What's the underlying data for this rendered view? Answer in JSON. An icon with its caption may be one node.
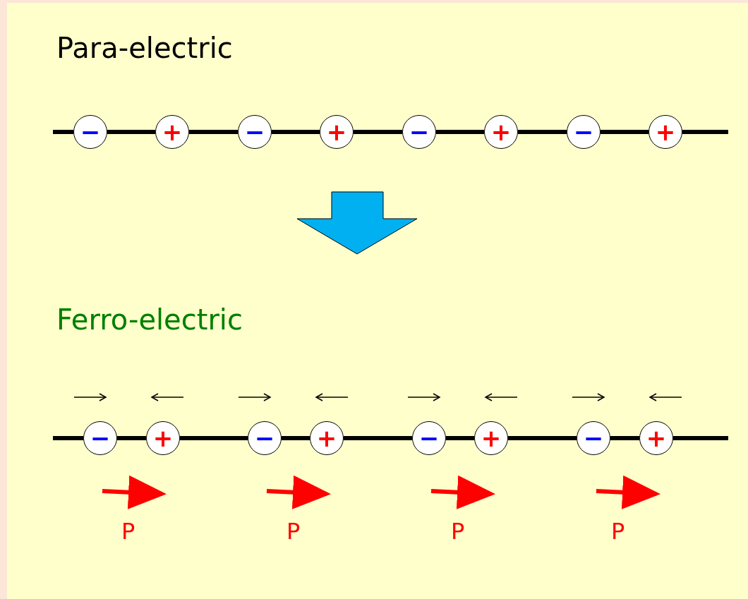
{
  "diagram": {
    "nodes": [
      {
        "text": [
          "−"
        ]
      },
      {
        "text": [
          "+"
        ]
      },
      {
        "text": [
          "−"
        ]
      },
      {
        "text": [
          "+"
        ]
      },
      {
        "text": [
          "−"
        ]
      },
      {
        "text": [
          "+"
        ]
      },
      {
        "text": [
          "−"
        ]
      },
      {
        "text": [
          "+"
        ]
      },
      {
        "text": [
          "−"
        ]
      },
      {
        "text": [
          "+"
        ]
      },
      {
        "text": [
          "−"
        ]
      },
      {
        "text": [
          "+"
        ]
      },
      {
        "text": [
          "−"
        ]
      },
      {
        "text": [
          "+"
        ]
      },
      {
        "text": [
          "−"
        ]
      },
      {
        "text": [
          "+"
        ]
      }
    ],
    "edges": [
      {
        "from": 0,
        "to": 1,
        "arrow": "none"
      },
      {
        "from": 1,
        "to": 2,
        "arrow": "none"
      },
      {
        "from": 2,
        "to": 3,
        "arrow": "none"
      },
      {
        "from": 3,
        "to": 4,
        "arrow": "none"
      },
      {
        "from": 4,
        "to": 5,
        "arrow": "none"
      },
      {
        "from": 5,
        "to": 6,
        "arrow": "none"
      },
      {
        "from": 6,
        "to": 7,
        "arrow": "none"
      },
      {
        "from": 8,
        "to": 9,
        "arrow": "none"
      },
      {
        "from": 9,
        "to": 10,
        "arrow": "none"
      },
      {
        "from": 10,
        "to": 11,
        "arrow": "none"
      },
      {
        "from": 11,
        "to": 12,
        "arrow": "none"
      },
      {
        "from": 12,
        "to": 13,
        "arrow": "none"
      },
      {
        "from": 13,
        "to": 14,
        "arrow": "none"
      },
      {
        "from": 14,
        "to": 15,
        "arrow": "none"
      }
    ],
    "labels": [
      "Para-electric",
      "Ferro-electric",
      "P",
      "P",
      "P",
      "P"
    ]
  }
}
